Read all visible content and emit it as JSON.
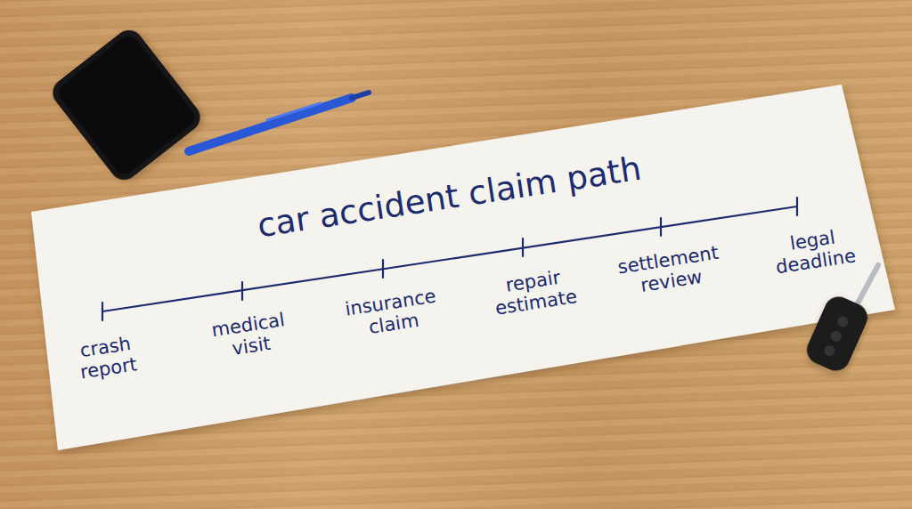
{
  "diagram": {
    "title": "car accident claim path",
    "labels": [
      "crash report",
      "medical visit",
      "insurance claim",
      "repair estimate",
      "settlement review",
      "legal deadline"
    ]
  }
}
